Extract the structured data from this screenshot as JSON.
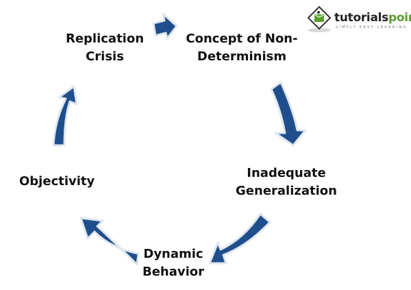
{
  "diagram": {
    "type": "cycle",
    "nodes": [
      {
        "id": "replication",
        "lines": [
          "Replication",
          "Crisis"
        ]
      },
      {
        "id": "concept",
        "lines": [
          "Concept of Non-",
          "Determinism"
        ]
      },
      {
        "id": "inadequate",
        "lines": [
          "Inadequate",
          "Generalization"
        ]
      },
      {
        "id": "dynamic",
        "lines": [
          "Dynamic",
          "Behavior"
        ]
      },
      {
        "id": "objectivity",
        "lines": [
          "Objectivity"
        ]
      }
    ],
    "edges": [
      {
        "from": "replication",
        "to": "concept"
      },
      {
        "from": "concept",
        "to": "inadequate"
      },
      {
        "from": "inadequate",
        "to": "dynamic"
      },
      {
        "from": "dynamic",
        "to": "objectivity"
      },
      {
        "from": "objectivity",
        "to": "replication"
      }
    ],
    "arrow_color": "#1f4e8c",
    "arrow_outline": "#dfe6ee"
  },
  "logo": {
    "name_main": "tutorials",
    "name_accent": "point",
    "tagline": "SIMPLY EASY LEARNING"
  }
}
